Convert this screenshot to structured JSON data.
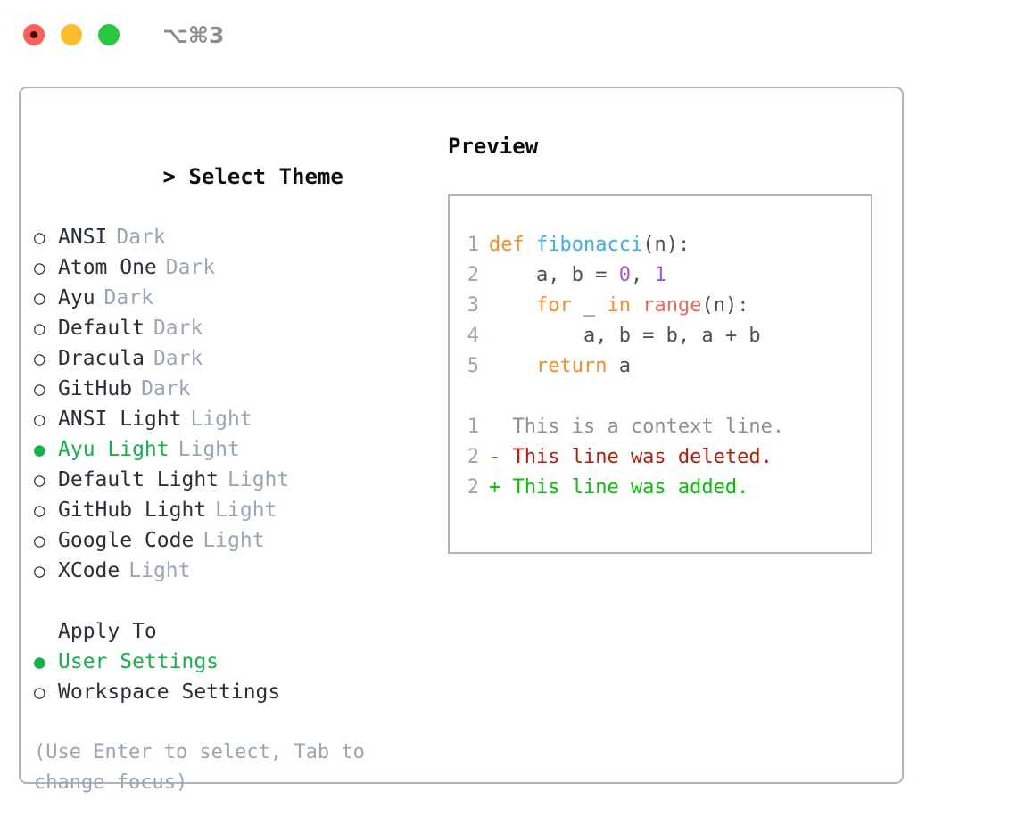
{
  "titlebar": {
    "shortcut": "⌥⌘3",
    "buttons": {
      "close": "close",
      "minimize": "minimize",
      "maximize": "maximize"
    }
  },
  "theme_section": {
    "prompt": ">",
    "heading": "Select Theme",
    "radio_off": "○",
    "radio_on": "●",
    "items": [
      {
        "name": "ANSI",
        "tag": "Dark",
        "selected": false
      },
      {
        "name": "Atom One",
        "tag": "Dark",
        "selected": false
      },
      {
        "name": "Ayu",
        "tag": "Dark",
        "selected": false
      },
      {
        "name": "Default",
        "tag": "Dark",
        "selected": false
      },
      {
        "name": "Dracula",
        "tag": "Dark",
        "selected": false
      },
      {
        "name": "GitHub",
        "tag": "Dark",
        "selected": false
      },
      {
        "name": "ANSI Light",
        "tag": "Light",
        "selected": false
      },
      {
        "name": "Ayu Light",
        "tag": "Light",
        "selected": true
      },
      {
        "name": "Default Light",
        "tag": "Light",
        "selected": false
      },
      {
        "name": "GitHub Light",
        "tag": "Light",
        "selected": false
      },
      {
        "name": "Google Code",
        "tag": "Light",
        "selected": false
      },
      {
        "name": "XCode",
        "tag": "Light",
        "selected": false
      }
    ]
  },
  "apply_section": {
    "heading": "Apply To",
    "items": [
      {
        "name": "User Settings",
        "selected": true
      },
      {
        "name": "Workspace Settings",
        "selected": false
      }
    ]
  },
  "hint": "(Use Enter to select, Tab to change focus)",
  "preview": {
    "title": "Preview",
    "code_lines": [
      {
        "num": "1",
        "tokens": [
          {
            "t": "def ",
            "c": "tok-kw"
          },
          {
            "t": "fibonacci",
            "c": "tok-fn"
          },
          {
            "t": "(n):",
            "c": "tok-pl"
          }
        ]
      },
      {
        "num": "2",
        "tokens": [
          {
            "t": "    a, b = ",
            "c": "tok-pl"
          },
          {
            "t": "0",
            "c": "tok-num"
          },
          {
            "t": ", ",
            "c": "tok-pl"
          },
          {
            "t": "1",
            "c": "tok-num"
          }
        ]
      },
      {
        "num": "3",
        "tokens": [
          {
            "t": "    ",
            "c": "tok-pl"
          },
          {
            "t": "for",
            "c": "tok-kw"
          },
          {
            "t": " _ ",
            "c": "tok-pl"
          },
          {
            "t": "in",
            "c": "tok-kw"
          },
          {
            "t": " ",
            "c": "tok-pl"
          },
          {
            "t": "range",
            "c": "tok-bi"
          },
          {
            "t": "(n):",
            "c": "tok-pl"
          }
        ]
      },
      {
        "num": "4",
        "tokens": [
          {
            "t": "        a, b = b, a + b",
            "c": "tok-pl"
          }
        ]
      },
      {
        "num": "5",
        "tokens": [
          {
            "t": "    ",
            "c": "tok-pl"
          },
          {
            "t": "return",
            "c": "tok-kw"
          },
          {
            "t": " a",
            "c": "tok-pl"
          }
        ]
      }
    ],
    "diff_lines": [
      {
        "num": "1",
        "text": "  This is a context line.",
        "cls": "diff-ctx"
      },
      {
        "num": "2",
        "text": "- This line was deleted.",
        "cls": "diff-del"
      },
      {
        "num": "2",
        "text": "+ This line was added.",
        "cls": "diff-add"
      }
    ]
  },
  "colors": {
    "accent_green": "#14b24a",
    "muted": "#9aa5b5",
    "border": "#aab4c2",
    "keyword": "#fb8b24",
    "function": "#39aff0",
    "number": "#a855d8",
    "builtin": "#f4685e",
    "diff_delete": "#c21807",
    "diff_add": "#00c400"
  }
}
